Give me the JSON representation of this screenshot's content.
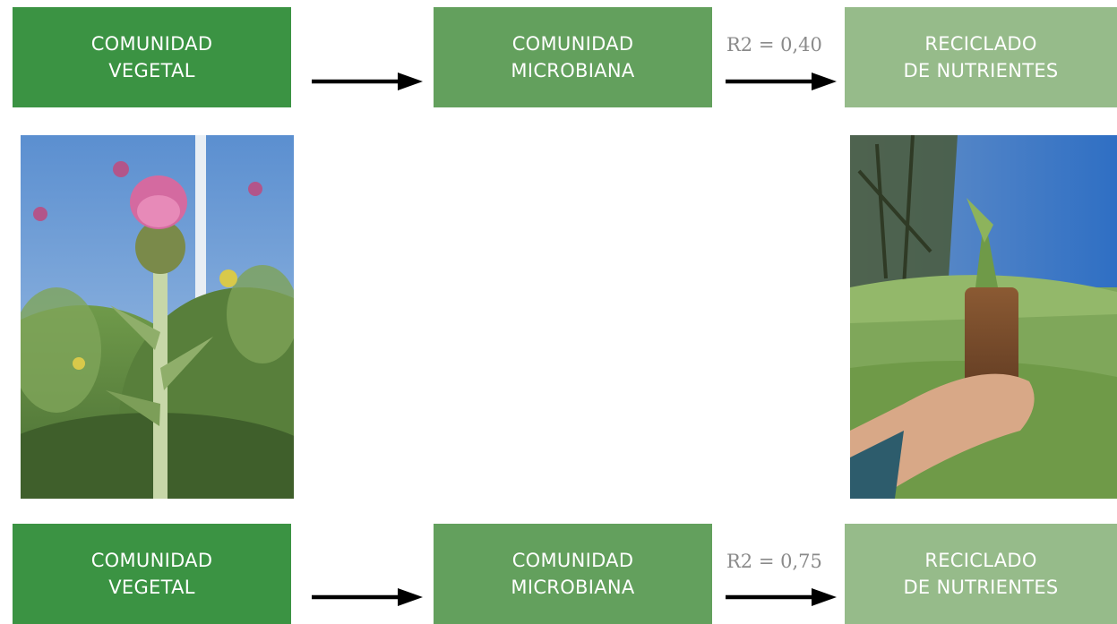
{
  "top_row": {
    "box1": {
      "line1": "COMUNIDAD",
      "line2": "VEGETAL"
    },
    "box2": {
      "line1": "COMUNIDAD",
      "line2": "MICROBIANA"
    },
    "box3": {
      "line1": "RECICLADO",
      "line2": "DE NUTRIENTES"
    },
    "r2_label": "R2 = 0,40"
  },
  "bottom_row": {
    "box1": {
      "line1": "COMUNIDAD",
      "line2": "VEGETAL"
    },
    "box2": {
      "line1": "COMUNIDAD",
      "line2": "MICROBIANA"
    },
    "box3": {
      "line1": "RECICLADO",
      "line2": "DE NUTRIENTES"
    },
    "r2_label": "R2 = 0,75"
  },
  "colors": {
    "plant_box": "#3b9343",
    "microbial_box": "#63a05d",
    "nutrient_box": "#96bb8a",
    "arrow": "#000000",
    "r2_text": "#8a8a8a"
  },
  "images": {
    "left": "thistle-flower-photo",
    "right": "soil-core-in-hand-photo"
  }
}
